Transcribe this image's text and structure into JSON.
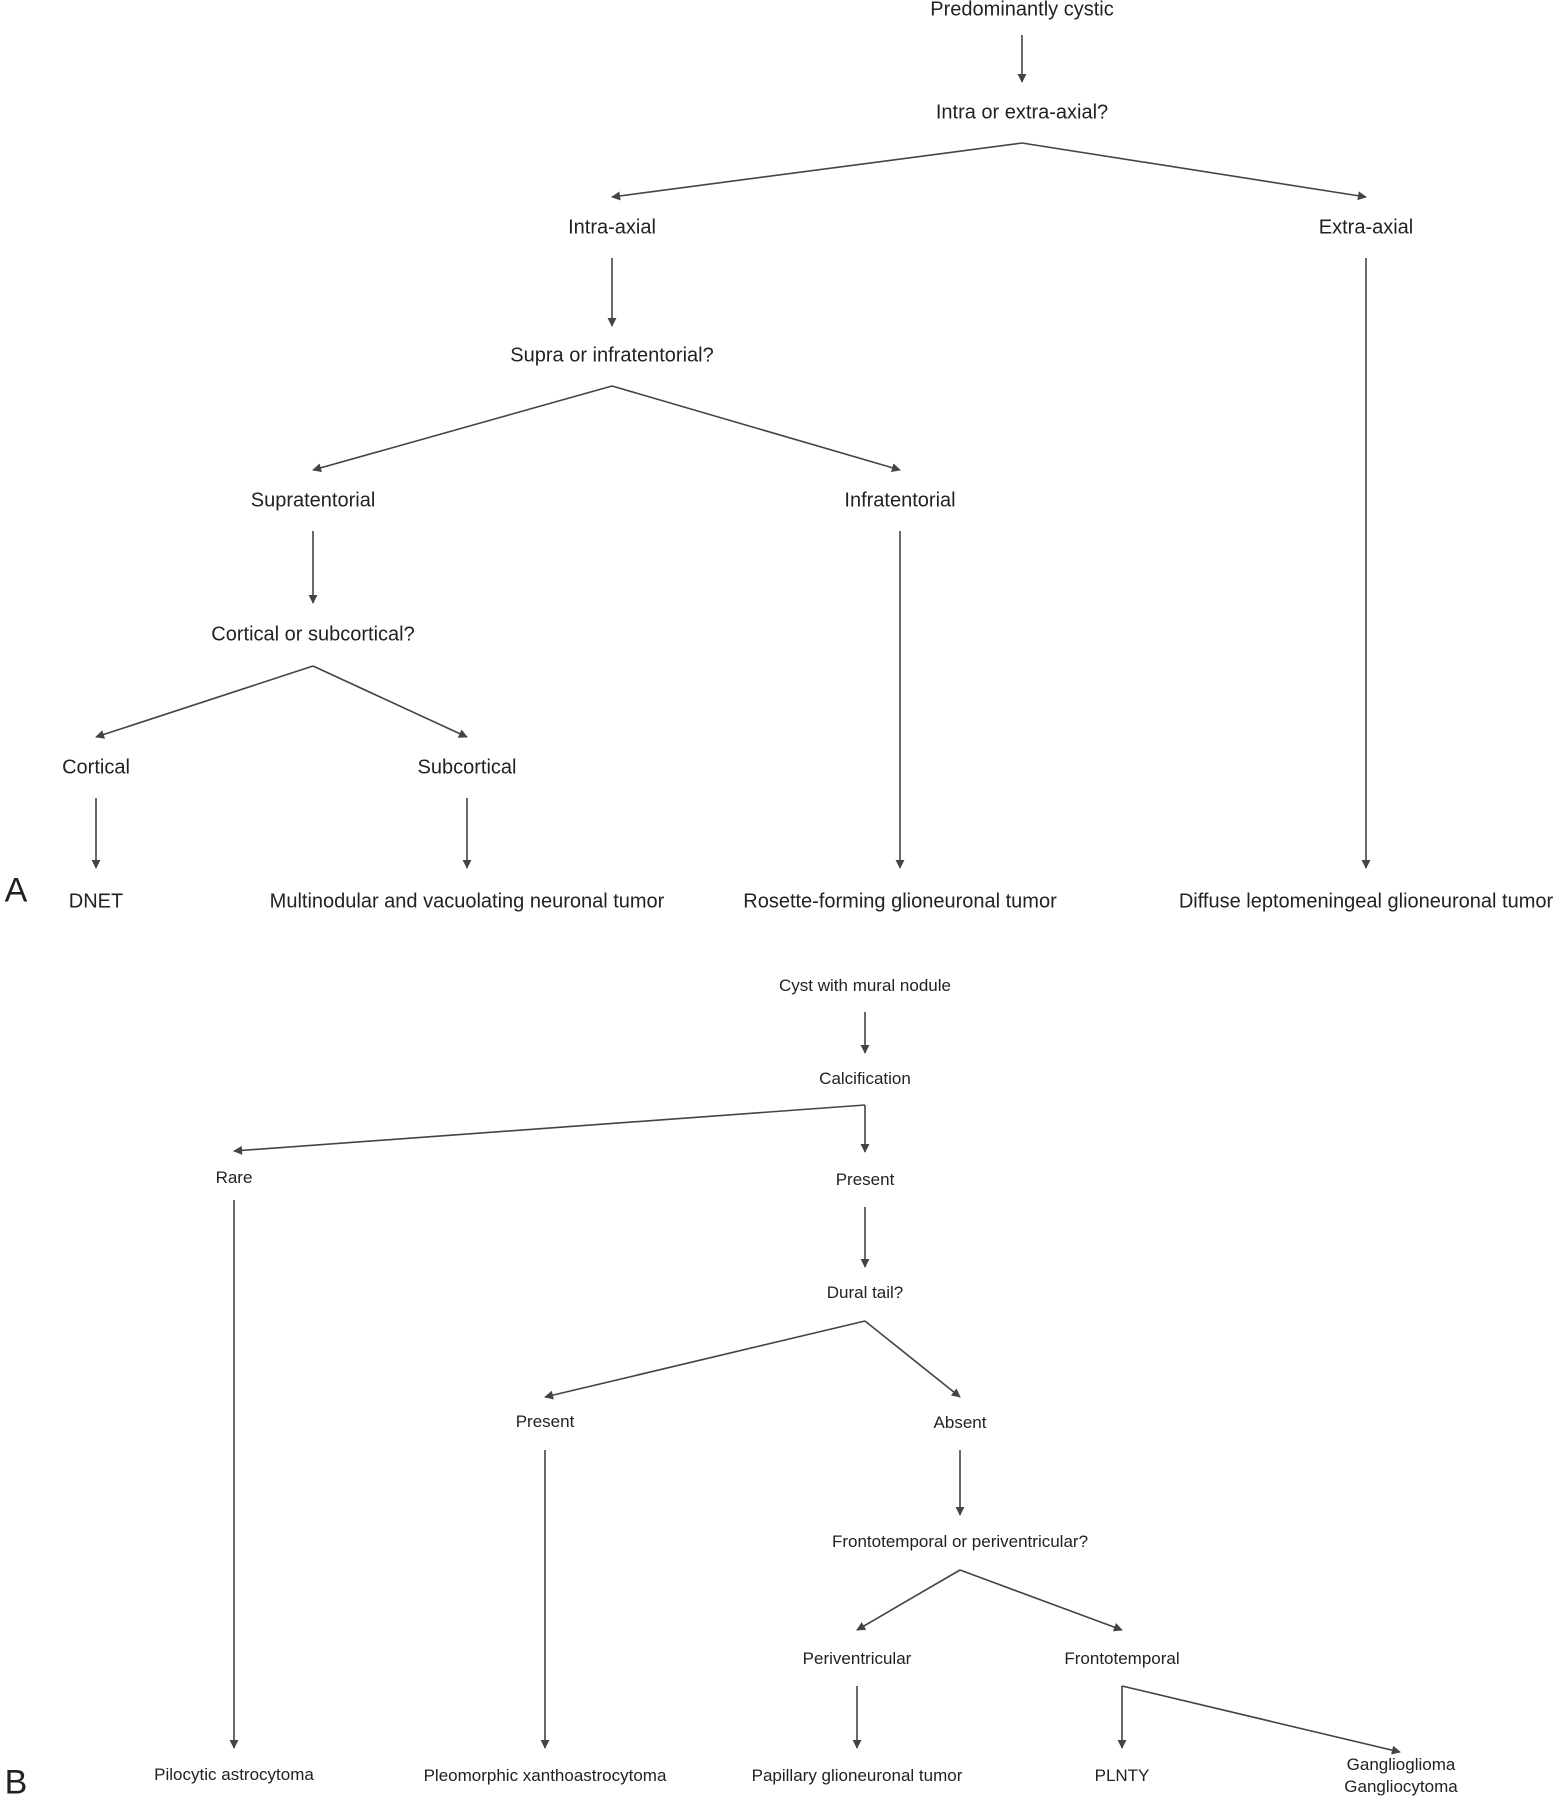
{
  "panel_a": {
    "panel_label": "A",
    "nodes": {
      "predominantly_cystic": "Predominantly cystic",
      "intra_or_extra_axial": "Intra or extra-axial?",
      "intra_axial": "Intra-axial",
      "extra_axial": "Extra-axial",
      "supra_or_infratentorial": "Supra or infratentorial?",
      "supratentorial": "Supratentorial",
      "infratentorial": "Infratentorial",
      "cortical_or_subcortical": "Cortical or subcortical?",
      "cortical": "Cortical",
      "subcortical": "Subcortical",
      "dnet": "DNET",
      "mvnt": "Multinodular and vacuolating neuronal tumor",
      "rgnt": "Rosette-forming glioneuronal tumor",
      "dlgnt": "Diffuse leptomeningeal glioneuronal tumor"
    }
  },
  "panel_b": {
    "panel_label": "B",
    "nodes": {
      "cyst_with_mural_nodule": "Cyst with mural nodule",
      "calcification": "Calcification",
      "rare": "Rare",
      "present_calc": "Present",
      "dural_tail": "Dural tail?",
      "present_dural": "Present",
      "absent": "Absent",
      "frontotemporal_or_periventricular": "Frontotemporal or periventricular?",
      "periventricular": "Periventricular",
      "frontotemporal": "Frontotemporal",
      "pilocytic_astrocytoma": "Pilocytic astrocytoma",
      "pxa": "Pleomorphic xanthoastrocytoma",
      "pgnt": "Papillary glioneuronal tumor",
      "plnty": "PLNTY",
      "ganglioglioma": "Ganglioglioma",
      "gangliocytoma": "Gangliocytoma"
    }
  }
}
